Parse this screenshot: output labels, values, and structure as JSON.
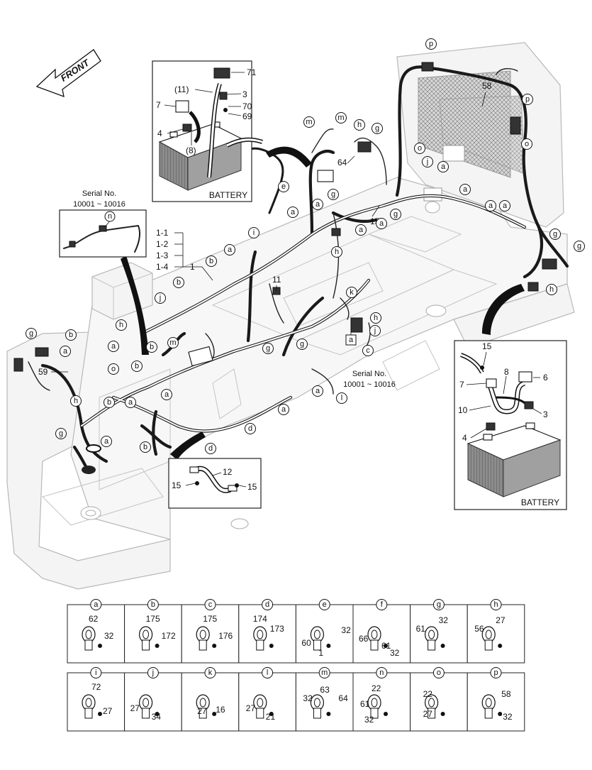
{
  "front_label": "FRONT",
  "insets": {
    "battery_top": {
      "caption": "BATTERY",
      "labels": [
        "71",
        "(11)",
        "3",
        "7",
        "70",
        "69",
        "4",
        "(8)"
      ]
    },
    "battery_right": {
      "caption": "BATTERY",
      "labels": [
        "15",
        "8",
        "6",
        "7",
        "10",
        "3",
        "4"
      ]
    },
    "serial_left": {
      "caption": "Serial No.",
      "range": "10001 ~ 10016",
      "callout": "n"
    },
    "cable_12": {
      "labels": [
        "12",
        "15",
        "15"
      ]
    }
  },
  "serial_note": {
    "caption": "Serial No.",
    "range": "10001 ~ 10016"
  },
  "harness_refs": [
    "1-1",
    "1-2",
    "1-3",
    "1-4",
    "1"
  ],
  "main_labels": [
    "64",
    "15",
    "58",
    "11",
    "59"
  ],
  "callouts": [
    {
      "letter": "p"
    },
    {
      "letter": "p"
    },
    {
      "letter": "o"
    },
    {
      "letter": "m"
    },
    {
      "letter": "m"
    },
    {
      "letter": "h"
    },
    {
      "letter": "g"
    },
    {
      "letter": "o"
    },
    {
      "letter": "j"
    },
    {
      "letter": "a"
    },
    {
      "letter": "e"
    },
    {
      "letter": "a"
    },
    {
      "letter": "g"
    },
    {
      "letter": "a"
    },
    {
      "letter": "g"
    },
    {
      "letter": "a"
    },
    {
      "letter": "a"
    },
    {
      "letter": "a"
    },
    {
      "letter": "a"
    },
    {
      "letter": "a"
    },
    {
      "letter": "g"
    },
    {
      "letter": "g"
    },
    {
      "letter": "h"
    },
    {
      "letter": "i"
    },
    {
      "letter": "b"
    },
    {
      "letter": "a"
    },
    {
      "letter": "b"
    },
    {
      "letter": "j"
    },
    {
      "letter": "k"
    },
    {
      "letter": "h"
    },
    {
      "letter": "h"
    },
    {
      "letter": "j"
    },
    {
      "letter": "c"
    },
    {
      "letter": "h"
    },
    {
      "letter": "g"
    },
    {
      "letter": "b"
    },
    {
      "letter": "a"
    },
    {
      "letter": "o"
    },
    {
      "letter": "b"
    },
    {
      "letter": "b"
    },
    {
      "letter": "m"
    },
    {
      "letter": "g"
    },
    {
      "letter": "g"
    },
    {
      "letter": "a"
    },
    {
      "letter": "a"
    },
    {
      "letter": "l"
    },
    {
      "letter": "h"
    },
    {
      "letter": "a"
    },
    {
      "letter": "b"
    },
    {
      "letter": "a"
    },
    {
      "letter": "d"
    },
    {
      "letter": "g"
    },
    {
      "letter": "a"
    },
    {
      "letter": "b"
    },
    {
      "letter": "d"
    },
    {
      "letter": "a"
    }
  ],
  "boxed_callout": "a",
  "parts_grid": [
    {
      "letter": "a",
      "parts": [
        "62",
        "32"
      ]
    },
    {
      "letter": "b",
      "parts": [
        "175",
        "172"
      ]
    },
    {
      "letter": "c",
      "parts": [
        "175",
        "176"
      ]
    },
    {
      "letter": "d",
      "parts": [
        "174",
        "173"
      ]
    },
    {
      "letter": "e",
      "parts": [
        "32",
        "60",
        "1"
      ]
    },
    {
      "letter": "f",
      "parts": [
        "66",
        "61",
        "32"
      ]
    },
    {
      "letter": "g",
      "parts": [
        "61",
        "32"
      ]
    },
    {
      "letter": "h",
      "parts": [
        "56",
        "27"
      ]
    },
    {
      "letter": "i",
      "parts": [
        "72",
        "27"
      ]
    },
    {
      "letter": "j",
      "parts": [
        "27",
        "34"
      ]
    },
    {
      "letter": "k",
      "parts": [
        "27",
        "16"
      ]
    },
    {
      "letter": "l",
      "parts": [
        "27",
        "21"
      ]
    },
    {
      "letter": "m",
      "parts": [
        "32",
        "63",
        "64"
      ]
    },
    {
      "letter": "n",
      "parts": [
        "22",
        "61",
        "32"
      ]
    },
    {
      "letter": "o",
      "parts": [
        "22",
        "27"
      ]
    },
    {
      "letter": "p",
      "parts": [
        "58",
        "32"
      ]
    }
  ]
}
